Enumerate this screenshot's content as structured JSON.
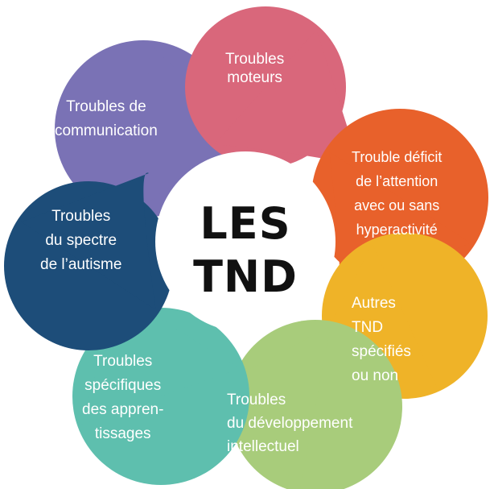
{
  "title": "LES TND",
  "title_lines": [
    "LES",
    "TND"
  ],
  "petals": [
    {
      "id": "moteurs",
      "label": "Troubles\nmoteurs",
      "color": "#d9677b"
    },
    {
      "id": "tdah",
      "label": "Trouble déficit\nde l’attention\navec ou sans\nhyperactivité",
      "color": "#e8612b"
    },
    {
      "id": "autres",
      "label": "Autres\nTND\nspécifiés\nou non",
      "color": "#efb328"
    },
    {
      "id": "intellectuel",
      "label": "Troubles\ndu développement\nintellectuel",
      "color": "#a8cc7b"
    },
    {
      "id": "apprentissages",
      "label": "Troubles\nspécifiques\ndes appren-\ntissages",
      "color": "#5ebfae"
    },
    {
      "id": "autisme",
      "label": "Troubles\ndu spectre\nde l’autisme",
      "color": "#1d4d79"
    },
    {
      "id": "communication",
      "label": "Troubles de\ncommunication",
      "color": "#7a72b5"
    }
  ]
}
